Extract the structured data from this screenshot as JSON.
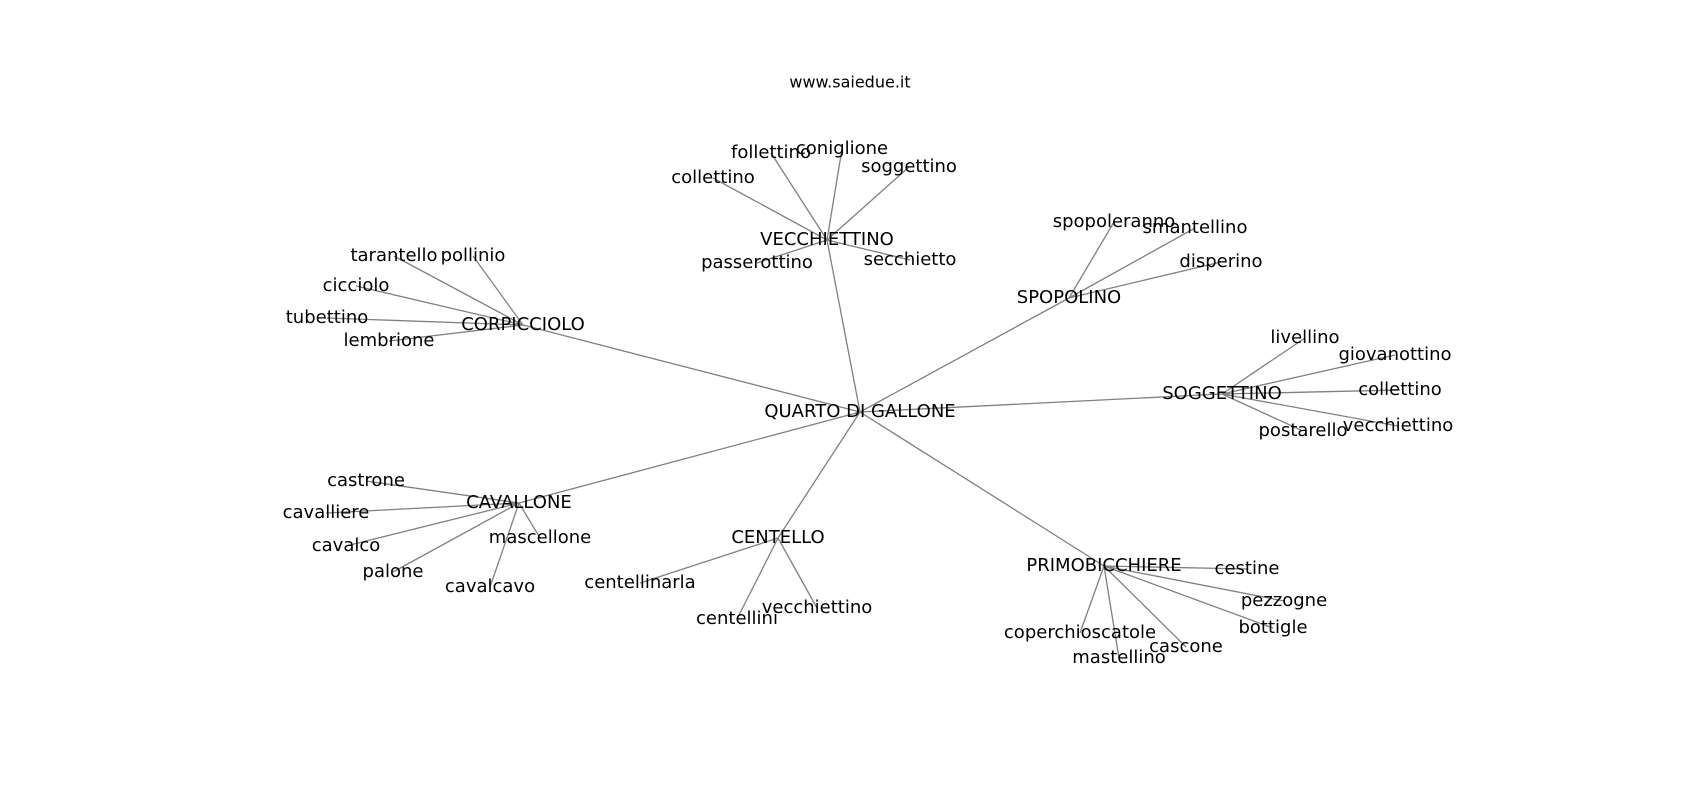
{
  "header": {
    "site": "www.saiedue.it"
  },
  "graph": {
    "root": "QUARTO DI GALLONE",
    "groups": [
      {
        "name": "VECCHIETTINO",
        "children": [
          "coniglione",
          "follettino",
          "collettino",
          "soggettino",
          "passerottino",
          "secchietto"
        ]
      },
      {
        "name": "CORPICCIOLO",
        "children": [
          "tarantello",
          "pollinio",
          "cicciolo",
          "tubettino",
          "lembrione"
        ]
      },
      {
        "name": "SPOPOLINO",
        "children": [
          "spopoleranno",
          "smantellino",
          "disperino"
        ]
      },
      {
        "name": "SOGGETTINO",
        "children": [
          "livellino",
          "giovanottino",
          "collettino",
          "vecchiettino",
          "postarello"
        ]
      },
      {
        "name": "CAVALLONE",
        "children": [
          "castrone",
          "cavalliere",
          "cavalco",
          "mascellone",
          "palone",
          "cavalcavo"
        ]
      },
      {
        "name": "CENTELLO",
        "children": [
          "centellinarla",
          "centellini",
          "vecchiettino"
        ]
      },
      {
        "name": "PRIMOBICCHIERE",
        "children": [
          "cestine",
          "pezzogne",
          "bottigle",
          "cascone",
          "mastellino",
          "coperchioscatole"
        ]
      }
    ]
  }
}
